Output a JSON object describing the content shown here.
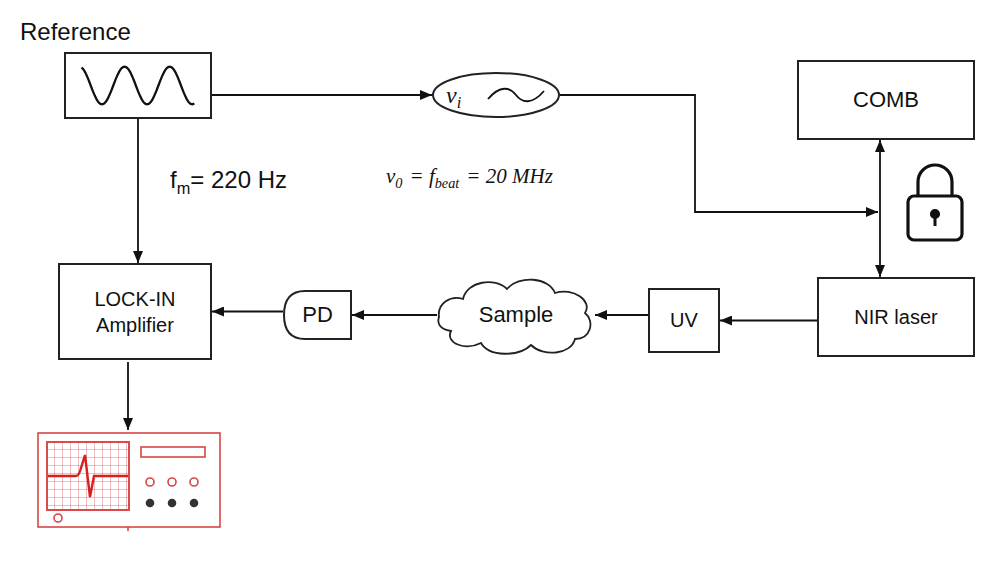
{
  "diagram": {
    "nodes": [
      {
        "text": [
          "Reference"
        ]
      },
      {
        "text": [
          "ν",
          "i"
        ]
      },
      {
        "text": [
          "COMB"
        ]
      },
      {
        "text": [
          "NIR laser"
        ]
      },
      {
        "text": [
          "UV"
        ]
      },
      {
        "text": [
          "Sample"
        ]
      },
      {
        "text": [
          "PD"
        ]
      },
      {
        "text": [
          "LOCK-IN Amplifier"
        ]
      }
    ],
    "edges": [
      {
        "from": 0,
        "to": 1,
        "arrow": "to"
      },
      {
        "from": 0,
        "to": 7,
        "arrow": "to"
      },
      {
        "from": 1,
        "to": 3,
        "arrow": "to"
      },
      {
        "from": 2,
        "to": 3,
        "arrow": "both"
      },
      {
        "from": 3,
        "to": 4,
        "arrow": "to"
      },
      {
        "from": 4,
        "to": 5,
        "arrow": "to"
      },
      {
        "from": 5,
        "to": 6,
        "arrow": "to"
      },
      {
        "from": 6,
        "to": 7,
        "arrow": "to"
      }
    ],
    "labels": [
      "f",
      "m",
      "= 220 Hz",
      "ν",
      "0",
      "= f",
      "beat",
      "= 20 MHz"
    ]
  }
}
